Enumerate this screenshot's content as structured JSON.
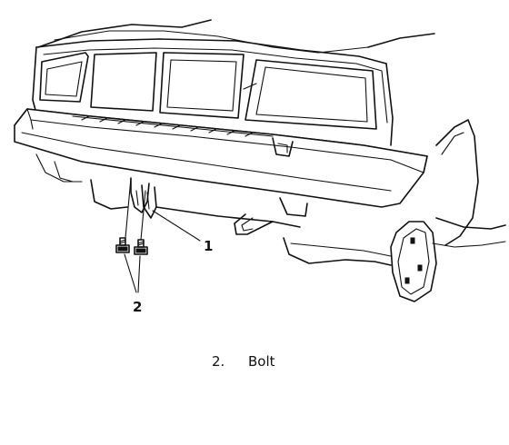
{
  "callouts": [
    {
      "number": "1"
    },
    {
      "number": "2"
    }
  ],
  "legend": {
    "item_number": "2.",
    "item_label": "Bolt"
  }
}
